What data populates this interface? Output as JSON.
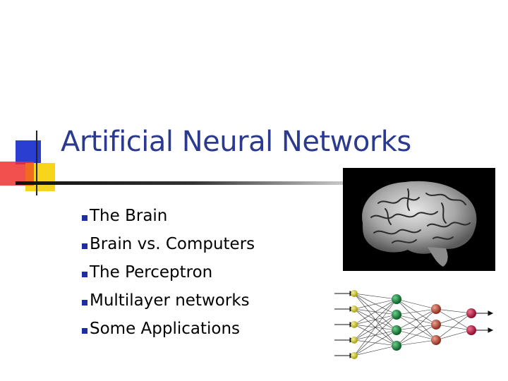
{
  "slide": {
    "title": "Artificial Neural Networks",
    "bullets": [
      "The Brain",
      "Brain vs. Computers",
      "The Perceptron",
      "Multilayer networks",
      "Some Applications"
    ]
  },
  "colors": {
    "title": "#2b3a8f",
    "bullet": "#1c2f9e",
    "deco_blue": "#2a3fd0",
    "deco_red": "#f03030",
    "deco_yellow": "#f7d51a"
  },
  "icons": {
    "brain_photo": "brain-image",
    "network_diagram": "neural-network-diagram"
  }
}
